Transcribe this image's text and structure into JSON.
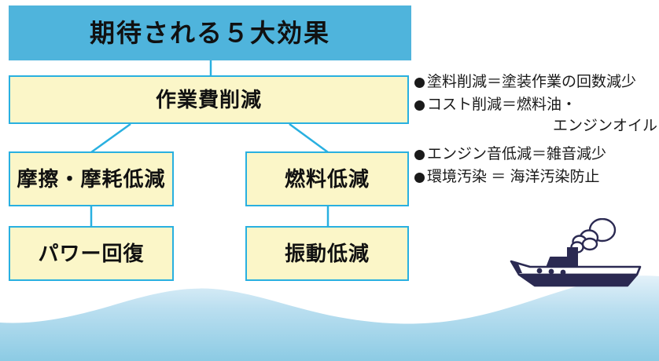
{
  "diagram": {
    "title": "期待される５大効果",
    "nodes": {
      "root": "作業費削減",
      "friction": "摩擦・摩耗低減",
      "fuel": "燃料低減",
      "power": "パワー回復",
      "vibration": "振動低減"
    },
    "bullets": [
      {
        "icon": "bullet-dot-icon",
        "lines": [
          "塗料削減＝塗装作業の回数減少"
        ]
      },
      {
        "icon": "bullet-dot-icon",
        "lines": [
          "コスト削減＝燃料油・",
          "エンジンオイル"
        ]
      },
      {
        "icon": "bullet-dot-icon",
        "lines": [
          "エンジン音低減＝雑音減少"
        ]
      },
      {
        "icon": "bullet-dot-icon",
        "lines": [
          "環境汚染 ＝ 海洋汚染防止"
        ]
      }
    ],
    "illustration": {
      "name": "fishing-boat-illustration",
      "parts": [
        "hull",
        "cabin",
        "funnel",
        "smoke-puffs",
        "portholes",
        "sea-wave"
      ]
    },
    "colors": {
      "title_bar": "#4fb4dc",
      "box_fill": "#fbf6c8",
      "box_border": "#29b0e0",
      "connector": "#29b0e0",
      "text": "#111111",
      "wave_top": "#dff0f8",
      "wave_bottom": "#8ecce4",
      "boat": "#2b2a52"
    }
  }
}
